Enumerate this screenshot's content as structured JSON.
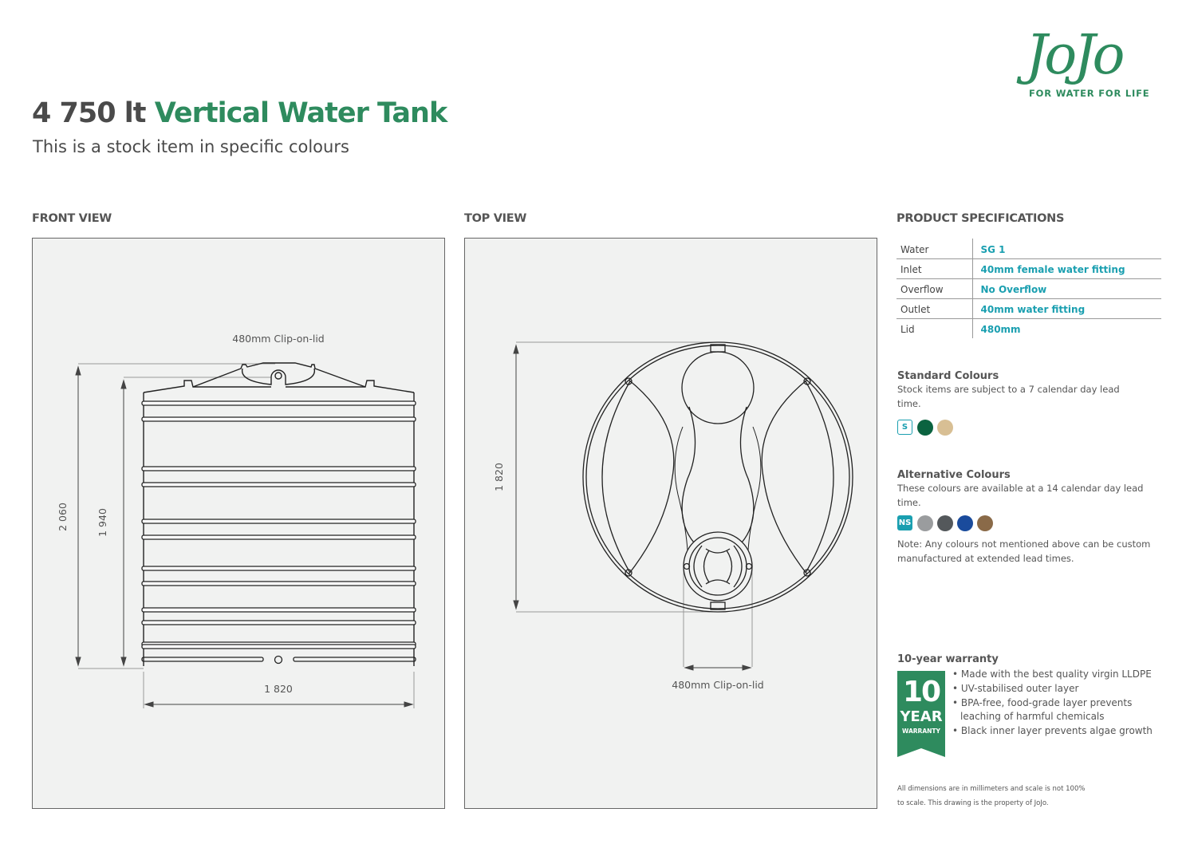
{
  "header": {
    "title_prefix": "4 750 lt",
    "title_main": "Vertical Water Tank",
    "subtitle": "This is a stock item in specific colours"
  },
  "logo": {
    "brand": "JoJo",
    "tagline": "FOR WATER FOR LIFE"
  },
  "front_view": {
    "heading": "FRONT VIEW",
    "lid_label": "480mm Clip-on-lid",
    "height_total": "2 060",
    "height_body": "1 940",
    "width": "1 820"
  },
  "top_view": {
    "heading": "TOP VIEW",
    "diameter": "1 820",
    "lid_label": "480mm Clip-on-lid"
  },
  "specs": {
    "heading": "PRODUCT SPECIFICATIONS",
    "rows": [
      {
        "key": "Water",
        "value": "SG 1"
      },
      {
        "key": "Inlet",
        "value": "40mm female water fitting"
      },
      {
        "key": "Overflow",
        "value": "No Overflow"
      },
      {
        "key": "Outlet",
        "value": "40mm water fitting"
      },
      {
        "key": "Lid",
        "value": "480mm"
      }
    ]
  },
  "standard_colours": {
    "heading": "Standard Colours",
    "text": "Stock items are subject to a 7 calendar day lead time.",
    "badge": "S",
    "colors": [
      "#0b6340",
      "#d8bf94"
    ]
  },
  "alternative_colours": {
    "heading": "Alternative Colours",
    "text": "These colours are available at a 14 calendar day lead time.",
    "badge": "NS",
    "colors": [
      "#9a9c9e",
      "#54585b",
      "#1a4b9c",
      "#8a6a48"
    ],
    "note": "Note: Any colours not mentioned above can be custom manufactured at extended lead times."
  },
  "warranty": {
    "heading": "10-year warranty",
    "badge_number": "10",
    "badge_year": "YEAR",
    "badge_word": "WARRANTY",
    "bullets": [
      "• Made with the best quality virgin LLDPE",
      "• UV-stabilised outer layer",
      "• BPA-free, food-grade layer prevents leaching of harmful chemicals",
      "• Black inner layer prevents algae growth"
    ]
  },
  "footer": {
    "line1": "All dimensions are in millimeters and scale is not 100%",
    "line2": "to scale. This drawing is the property of JoJo."
  },
  "colors": {
    "brand_green": "#2e8b5e",
    "accent_teal": "#1a9fb0"
  }
}
